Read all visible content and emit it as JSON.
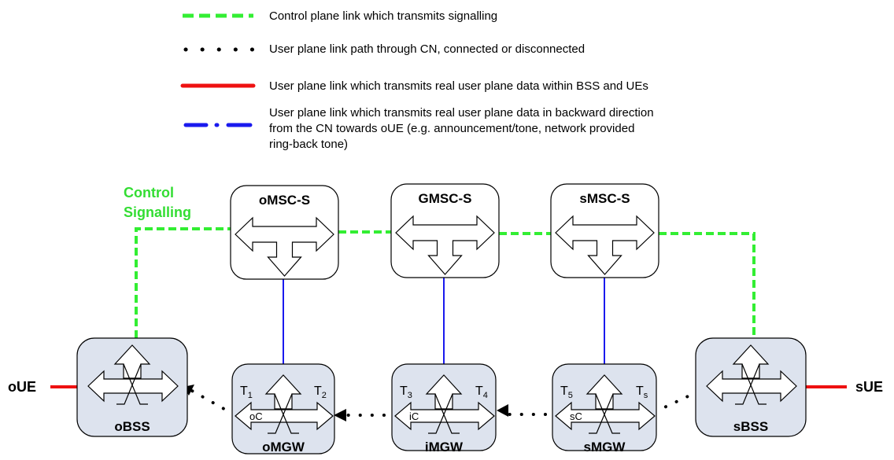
{
  "legend": [
    {
      "style": "green-dashed",
      "color": "#33ee33",
      "text": "Control plane link which transmits signalling"
    },
    {
      "style": "black-dotted",
      "color": "#000000",
      "text": "User plane link path through CN, connected or disconnected"
    },
    {
      "style": "red-solid",
      "color": "#ee1111",
      "text": "User plane link which transmits real user plane data within BSS and UEs"
    },
    {
      "style": "blue-dashdot",
      "color": "#1a1aee",
      "lines": [
        "User plane link which transmits real user plane data in backward direction",
        "from the CN towards oUE (e.g. announcement/tone, network provided",
        "ring-back tone)"
      ]
    }
  ],
  "control_label": [
    "Control",
    "Signalling"
  ],
  "msc_nodes": [
    "oMSC-S",
    "GMSC-S",
    "sMSC-S"
  ],
  "bss_nodes": [
    "oBSS",
    "sBSS"
  ],
  "mgw_nodes": [
    {
      "name": "oMGW",
      "t_left": {
        "main": "T",
        "sub": "1"
      },
      "t_right": {
        "main": "T",
        "sub": "2"
      },
      "context": "oC"
    },
    {
      "name": "iMGW",
      "t_left": {
        "main": "T",
        "sub": "3"
      },
      "t_right": {
        "main": "T",
        "sub": "4"
      },
      "context": "iC"
    },
    {
      "name": "sMGW",
      "t_left": {
        "main": "T",
        "sub": "5"
      },
      "t_right": {
        "main": "T",
        "sub": "s"
      },
      "context": "sC"
    }
  ],
  "ue": {
    "left": "oUE",
    "right": "sUE"
  },
  "colors": {
    "control": "#33ee33",
    "user_red": "#ee1111",
    "user_blue": "#1a1aee",
    "mgw_fill": "#dde3ee",
    "msc_fill": "#ffffff"
  }
}
